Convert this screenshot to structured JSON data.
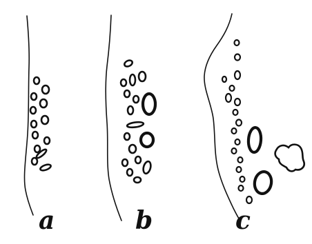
{
  "figure": {
    "panels": [
      {
        "label": "a"
      },
      {
        "label": "b"
      },
      {
        "label": "c"
      }
    ]
  }
}
